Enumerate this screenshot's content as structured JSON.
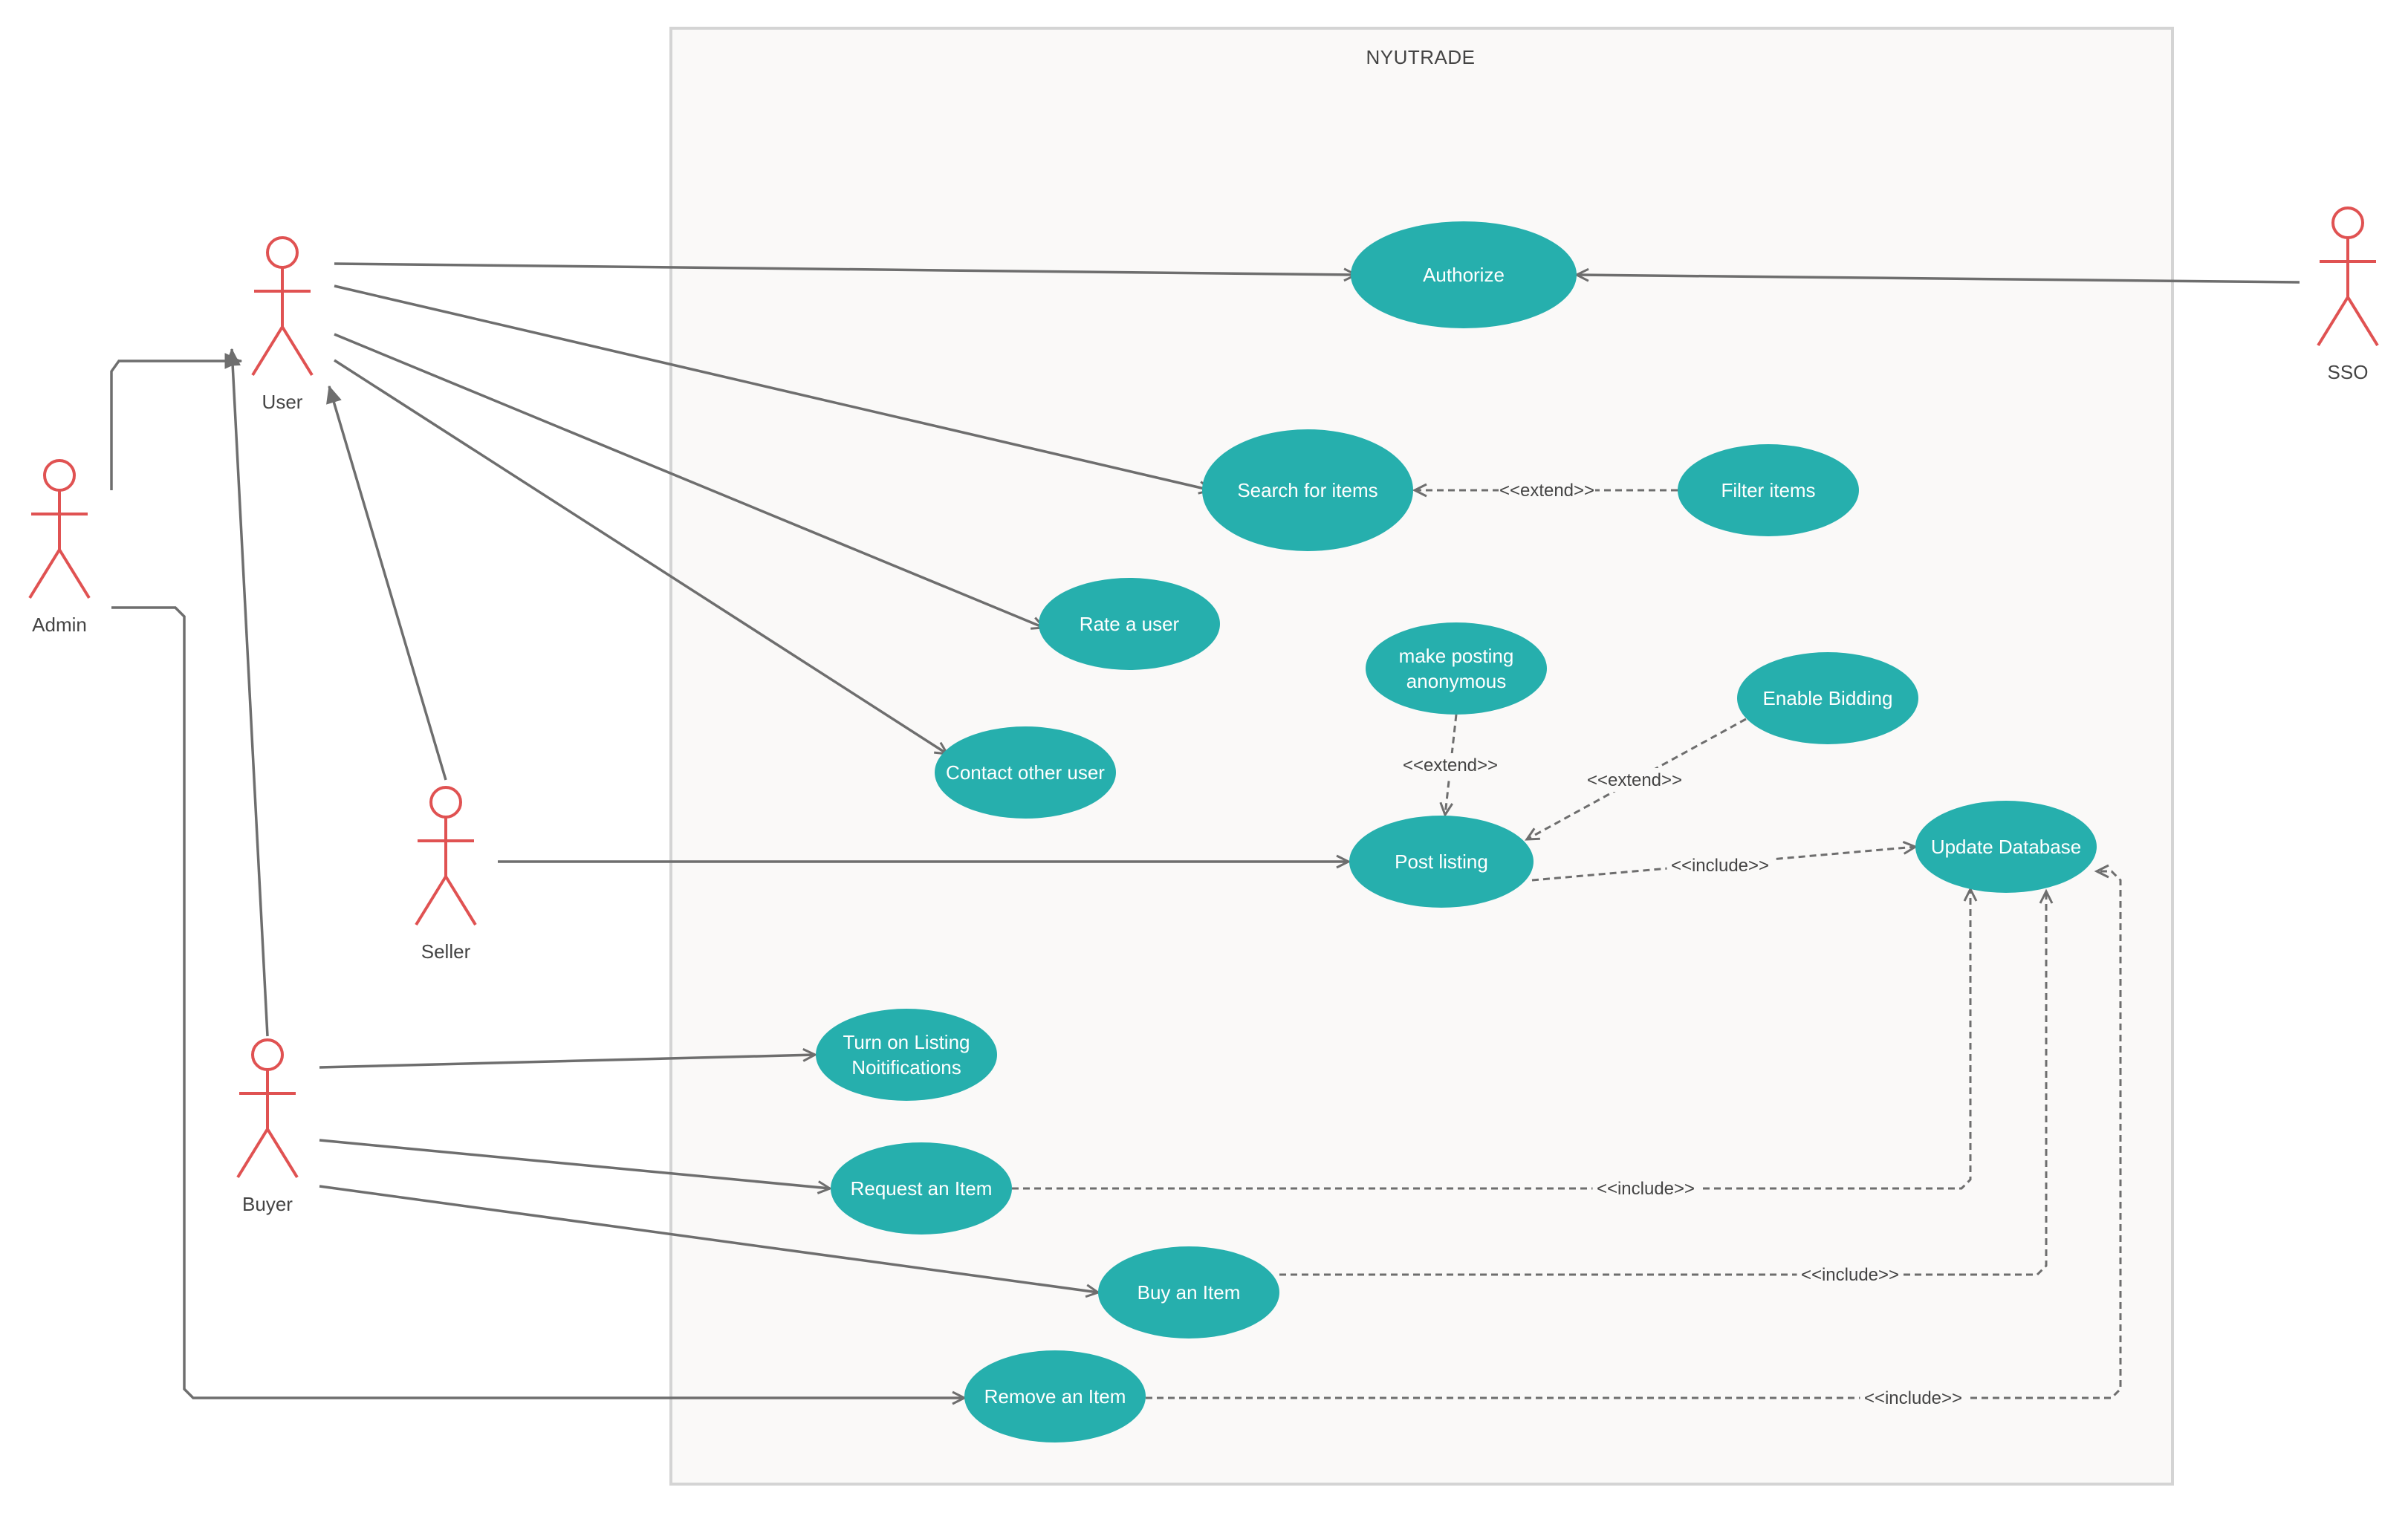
{
  "system": {
    "title": "NYUTRADE"
  },
  "colors": {
    "use_case_fill": "#26AFAD",
    "actor_stroke": "#E05252",
    "edge": "#6E6E6E",
    "boundary_fill": "#FAF9F8",
    "boundary_stroke": "#D4D4D4"
  },
  "actors": [
    {
      "id": "user",
      "label": "User"
    },
    {
      "id": "admin",
      "label": "Admin"
    },
    {
      "id": "seller",
      "label": "Seller"
    },
    {
      "id": "buyer",
      "label": "Buyer"
    },
    {
      "id": "sso",
      "label": "SSO"
    }
  ],
  "use_cases": [
    {
      "id": "authorize",
      "lines": [
        "Authorize"
      ]
    },
    {
      "id": "search",
      "lines": [
        "Search for items"
      ]
    },
    {
      "id": "filter",
      "lines": [
        "Filter items"
      ]
    },
    {
      "id": "rate",
      "lines": [
        "Rate a user"
      ]
    },
    {
      "id": "anon",
      "lines": [
        "make posting",
        "anonymous"
      ]
    },
    {
      "id": "bidding",
      "lines": [
        "Enable Bidding"
      ]
    },
    {
      "id": "contact",
      "lines": [
        "Contact other user"
      ]
    },
    {
      "id": "post",
      "lines": [
        "Post listing"
      ]
    },
    {
      "id": "updatedb",
      "lines": [
        "Update Database"
      ]
    },
    {
      "id": "notify",
      "lines": [
        "Turn on Listing",
        "Noitifications"
      ]
    },
    {
      "id": "request",
      "lines": [
        "Request an Item"
      ]
    },
    {
      "id": "buy",
      "lines": [
        "Buy an Item"
      ]
    },
    {
      "id": "remove",
      "lines": [
        "Remove an Item"
      ]
    }
  ],
  "relations": [
    {
      "from": "user",
      "to": "authorize",
      "kind": "association"
    },
    {
      "from": "sso",
      "to": "authorize",
      "kind": "association"
    },
    {
      "from": "user",
      "to": "search",
      "kind": "association"
    },
    {
      "from": "user",
      "to": "rate",
      "kind": "association"
    },
    {
      "from": "user",
      "to": "contact",
      "kind": "association"
    },
    {
      "from": "filter",
      "to": "search",
      "kind": "extend",
      "label": "<<extend>>"
    },
    {
      "from": "anon",
      "to": "post",
      "kind": "extend",
      "label": "<<extend>>"
    },
    {
      "from": "bidding",
      "to": "post",
      "kind": "extend",
      "label": "<<extend>>"
    },
    {
      "from": "post",
      "to": "updatedb",
      "kind": "include",
      "label": "<<include>>"
    },
    {
      "from": "seller",
      "to": "post",
      "kind": "association"
    },
    {
      "from": "seller",
      "to": "user",
      "kind": "generalization"
    },
    {
      "from": "buyer",
      "to": "user",
      "kind": "generalization"
    },
    {
      "from": "admin",
      "to": "user",
      "kind": "generalization"
    },
    {
      "from": "admin",
      "to": "remove",
      "kind": "association"
    },
    {
      "from": "buyer",
      "to": "notify",
      "kind": "association"
    },
    {
      "from": "buyer",
      "to": "request",
      "kind": "association"
    },
    {
      "from": "buyer",
      "to": "buy",
      "kind": "association"
    },
    {
      "from": "request",
      "to": "updatedb",
      "kind": "include",
      "label": "<<include>>"
    },
    {
      "from": "buy",
      "to": "updatedb",
      "kind": "include",
      "label": "<<include>>"
    },
    {
      "from": "remove",
      "to": "updatedb",
      "kind": "include",
      "label": "<<include>>"
    }
  ]
}
